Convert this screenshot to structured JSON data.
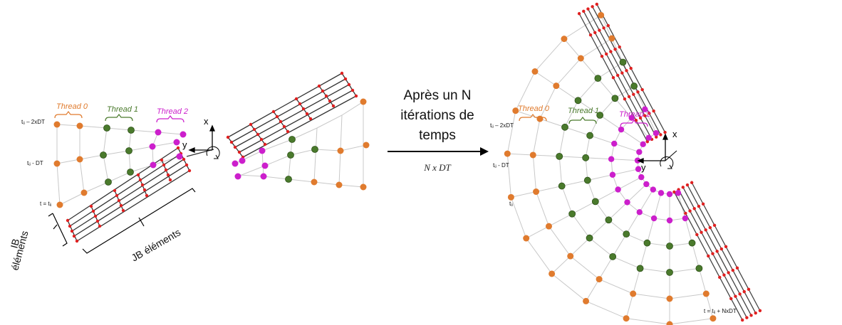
{
  "caption": {
    "line1": "Après un N",
    "line2": "itérations de",
    "line3": "temps",
    "formula": "N x DT"
  },
  "left_diagram": {
    "thread_labels": [
      "Thread 0",
      "Thread 1",
      "Thread 2"
    ],
    "time_labels": [
      "tᵢⱼ – 2xDT",
      "tᵢⱼ - DT",
      "t = tᵢⱼ"
    ],
    "axis_x": "x",
    "axis_y": "y",
    "ib_label": [
      "IB",
      "éléments"
    ],
    "jb_label": "JB éléments"
  },
  "right_diagram": {
    "thread_labels": [
      "Thread 0",
      "Thread 1",
      "Thread 2"
    ],
    "time_labels": [
      "tᵢⱼ – 2xDT",
      "tᵢⱼ - DT",
      "tᵢⱼ"
    ],
    "bottom_label": "t = tᵢⱼ + NxDT",
    "axis_x": "x",
    "axis_y": "y"
  },
  "colors": {
    "thread0": "#e07b2e",
    "thread1": "#4a7a2c",
    "thread2": "#cc1fcc",
    "grid": "#c8c8c8",
    "ib_lines": "#333333",
    "ib_points": "#e02020"
  }
}
